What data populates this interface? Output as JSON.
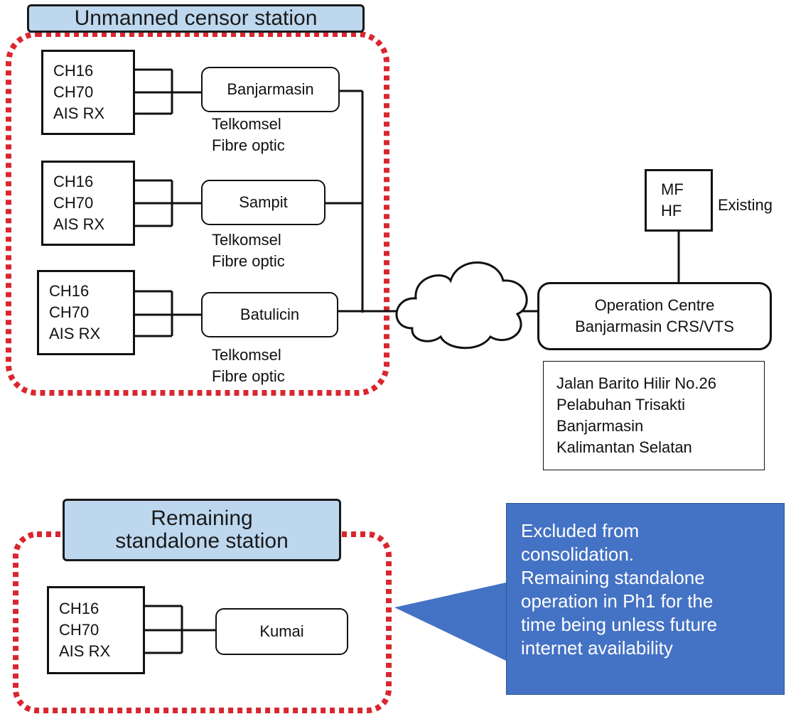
{
  "groups": {
    "unmanned": {
      "title": "Unmanned censor station"
    },
    "standalone": {
      "title_line1": "Remaining",
      "title_line2": "standalone station"
    }
  },
  "radio_box": {
    "line1": "CH16",
    "line2": "CH70",
    "line3": "AIS RX"
  },
  "stations": [
    {
      "name": "Banjarmasin",
      "link_line1": "Telkomsel",
      "link_line2": "Fibre optic"
    },
    {
      "name": "Sampit",
      "link_line1": "Telkomsel",
      "link_line2": "Fibre optic"
    },
    {
      "name": "Batulicin",
      "link_line1": "Telkomsel",
      "link_line2": "Fibre optic"
    },
    {
      "name": "Kumai"
    }
  ],
  "mf_hf": {
    "line1": "MF",
    "line2": "HF",
    "status": "Existing"
  },
  "operation_centre": {
    "line1": "Operation Centre",
    "line2": "Banjarmasin CRS/VTS"
  },
  "address": {
    "line1": "Jalan Barito Hilir No.26",
    "line2": "Pelabuhan Trisakti",
    "line3": "Banjarmasin",
    "line4": "Kalimantan Selatan"
  },
  "callout": {
    "lines": [
      "Excluded from",
      "consolidation.",
      "Remaining standalone",
      "operation in Ph1 for the",
      "time being unless future",
      "internet availability"
    ]
  },
  "colors": {
    "group_border": "#d9262e",
    "title_fill": "#bdd7ee",
    "callout_fill": "#4472c4",
    "line": "#111111"
  },
  "icons": {
    "network": "cloud-icon"
  }
}
